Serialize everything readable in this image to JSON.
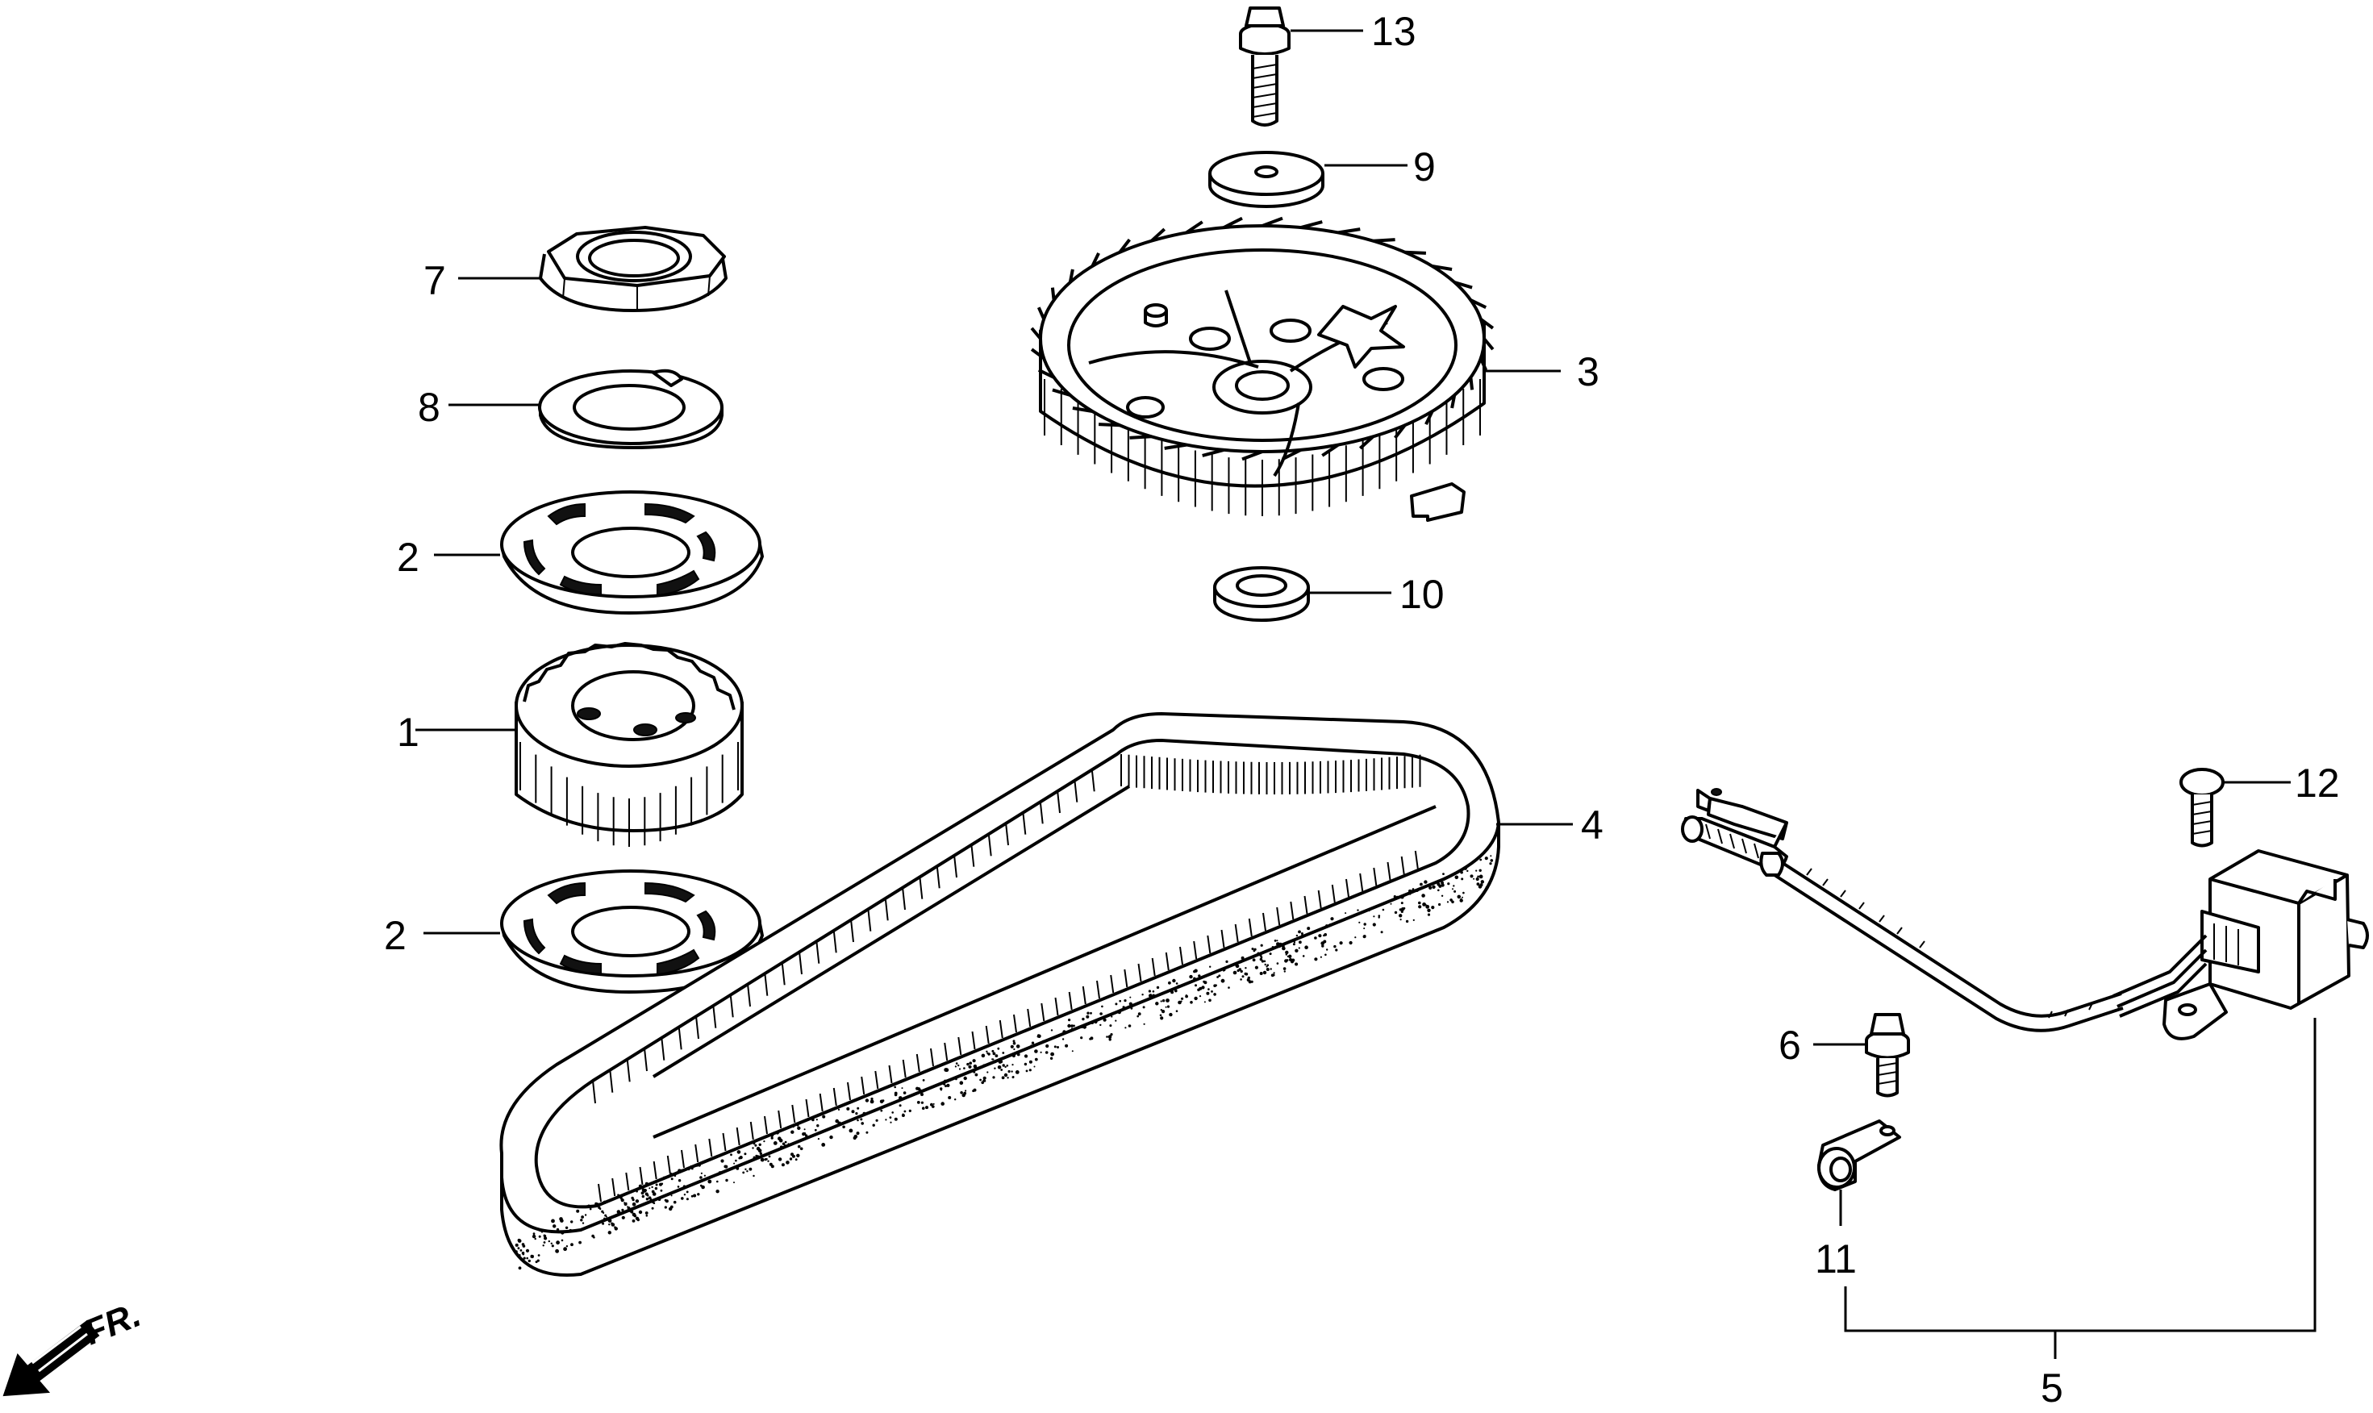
{
  "callouts": [
    {
      "id": "13",
      "label": "13"
    },
    {
      "id": "9",
      "label": "9"
    },
    {
      "id": "3",
      "label": "3"
    },
    {
      "id": "10",
      "label": "10"
    },
    {
      "id": "7",
      "label": "7"
    },
    {
      "id": "8",
      "label": "8"
    },
    {
      "id": "2a",
      "label": "2"
    },
    {
      "id": "1",
      "label": "1"
    },
    {
      "id": "2b",
      "label": "2"
    },
    {
      "id": "4",
      "label": "4"
    },
    {
      "id": "12",
      "label": "12"
    },
    {
      "id": "6",
      "label": "6"
    },
    {
      "id": "11",
      "label": "11"
    },
    {
      "id": "5",
      "label": "5"
    }
  ],
  "direction_label": "FR."
}
